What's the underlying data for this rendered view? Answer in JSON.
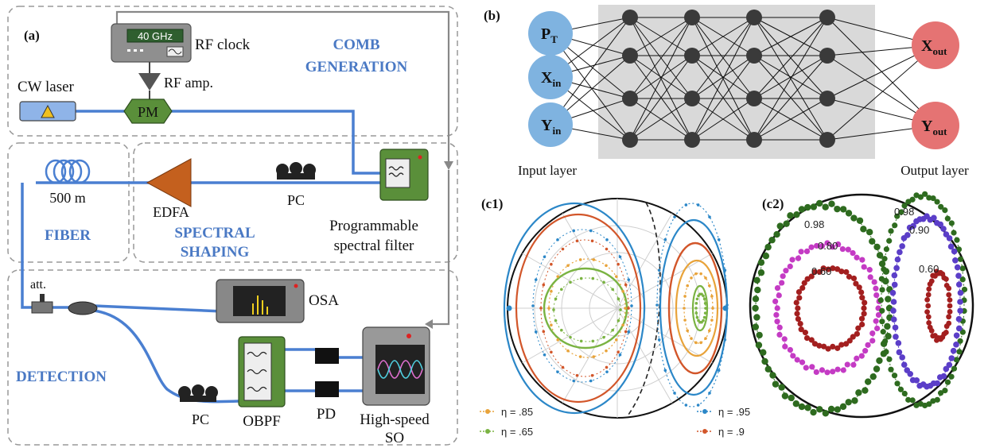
{
  "panel_a": {
    "label": "(a)",
    "rf_display": "40 GHz",
    "rf_clock": "RF clock",
    "rf_amp": "RF amp.",
    "cw_laser": "CW laser",
    "pm": "PM",
    "comb_line1": "COMB",
    "comb_line2": "GENERATION",
    "fiber_len": "500 m",
    "fiber_section": "FIBER",
    "edfa": "EDFA",
    "pc_top": "PC",
    "spectral_line1": "SPECTRAL",
    "spectral_line2": "SHAPING",
    "psf_line1": "Programmable",
    "psf_line2": "spectral filter",
    "att": "att.",
    "osa": "OSA",
    "detection": "DETECTION",
    "pc_bottom": "PC",
    "obpf": "OBPF",
    "pd": "PD",
    "so_line1": "High-speed",
    "so_line2": "SO"
  },
  "panel_b": {
    "label": "(b)",
    "inputs": [
      {
        "main": "P",
        "sub": "T"
      },
      {
        "main": "X",
        "sub": "in"
      },
      {
        "main": "Y",
        "sub": "in"
      }
    ],
    "outputs": [
      {
        "main": "X",
        "sub": "out"
      },
      {
        "main": "Y",
        "sub": "out"
      }
    ],
    "input_layer": "Input layer",
    "output_layer": "Output layer",
    "hidden_layers": 4,
    "hidden_nodes_per_layer": 4,
    "colors": {
      "input": "#7fb3e0",
      "output": "#e57373",
      "hidden": "#3a3a3a",
      "panel": "#d9d9d9"
    }
  },
  "panel_c1": {
    "label": "(c1)",
    "legend": [
      {
        "text": "η = .85",
        "color": "#e8a33a"
      },
      {
        "text": "η = .65",
        "color": "#7ab342"
      },
      {
        "text": "η = .95",
        "color": "#2b87c8"
      },
      {
        "text": "η = .9",
        "color": "#d2562a"
      }
    ]
  },
  "panel_c2": {
    "label": "(c2)",
    "contour_labels": [
      {
        "text": "0.98",
        "color": "#2e6b1f"
      },
      {
        "text": "0.98",
        "color": "#2e6b1f"
      },
      {
        "text": "0.90",
        "color": "#5b3ec8"
      },
      {
        "text": "0.80",
        "color": "#c43bc4"
      },
      {
        "text": "0.60",
        "color": "#a31f1f"
      },
      {
        "text": "0.60",
        "color": "#a31f1f"
      }
    ]
  }
}
